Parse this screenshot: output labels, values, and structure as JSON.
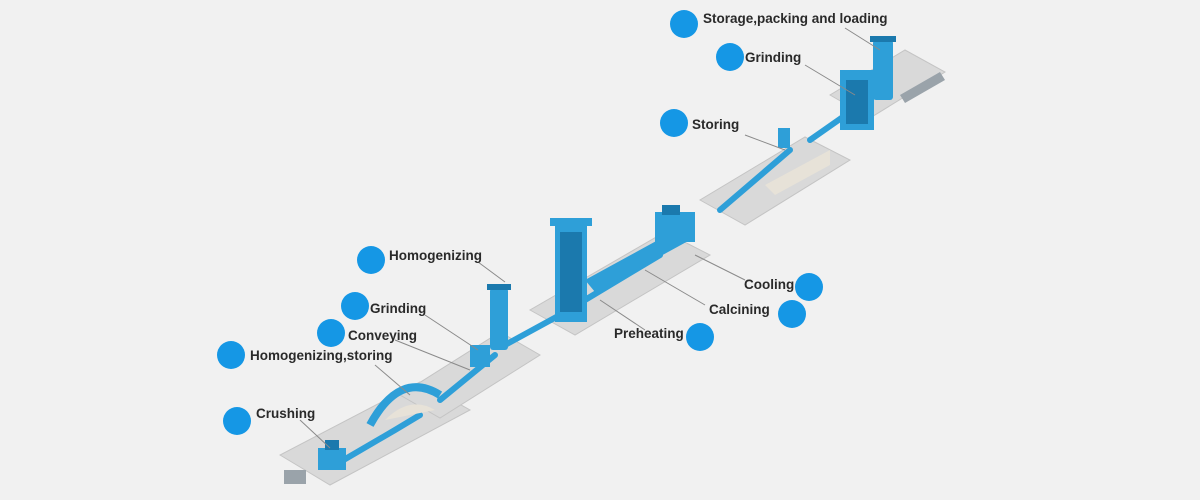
{
  "diagram": {
    "stages": {
      "storage_packing_loading": "Storage,packing and loading",
      "grinding_top": "Grinding",
      "storing": "Storing",
      "cooling": "Cooling",
      "calcining": "Calcining",
      "preheating": "Preheating",
      "homogenizing": "Homogenizing",
      "grinding_left": "Grinding",
      "conveying": "Conveying",
      "homogenizing_storing": "Homogenizing,storing",
      "crushing": "Crushing"
    },
    "colors": {
      "marker": "#1597e5",
      "equipment": "#2e9fd8",
      "equipment_dark": "#1b79ad",
      "floor": "#d9d9d9",
      "leader": "#8a8a8a",
      "background": "#f1f1f1"
    }
  }
}
